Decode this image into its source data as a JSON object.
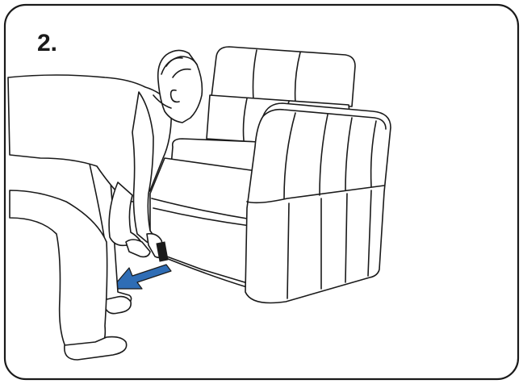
{
  "step": {
    "number_label": "2."
  },
  "arrow": {
    "color": "#2f6db5"
  },
  "illustration": {
    "subjects": [
      "person-bending",
      "armchair",
      "pull-arrow"
    ]
  }
}
